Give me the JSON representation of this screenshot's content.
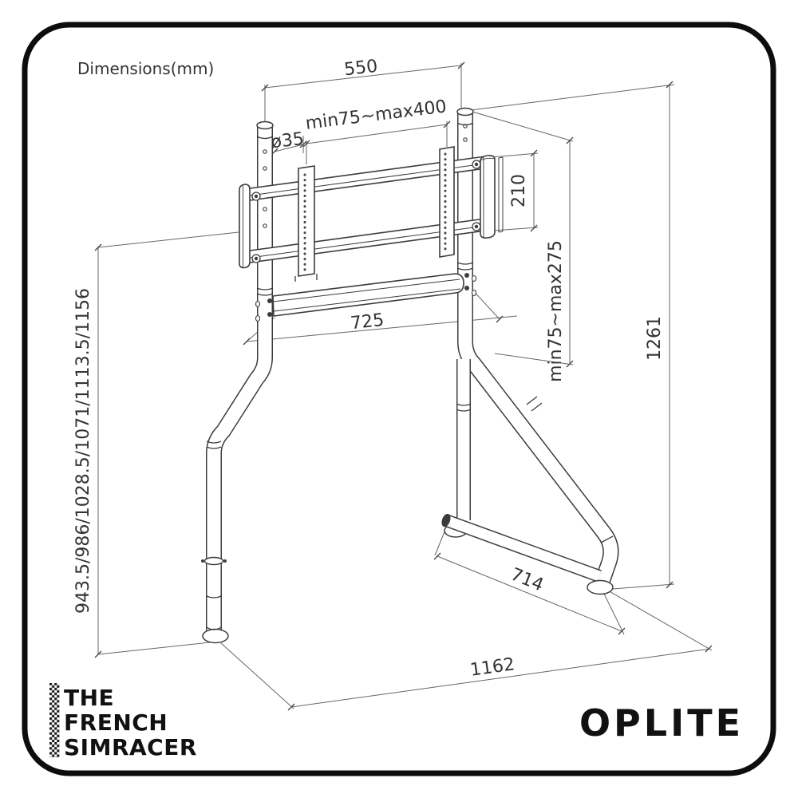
{
  "title": "Dimensions(mm)",
  "dims": {
    "top_width": "550",
    "pole_diameter": "ø35",
    "vesa_width_range": "min75~max400",
    "vesa_height": "210",
    "crossbar_length": "725",
    "height_adjust_range": "min75~max275",
    "total_height": "1261",
    "height_options": "943.5/986/1028.5/1071/1113.5/1156",
    "side_base_length": "714",
    "base_depth": "1162"
  },
  "branding": {
    "left_logo_lines": [
      "THE",
      "FRENCH",
      "SIMRACER"
    ],
    "right_logo": "OPLITE"
  },
  "colors": {
    "line": "#3c3c3c",
    "dim_line": "#666666",
    "text": "#333333",
    "logo": "#111111"
  }
}
